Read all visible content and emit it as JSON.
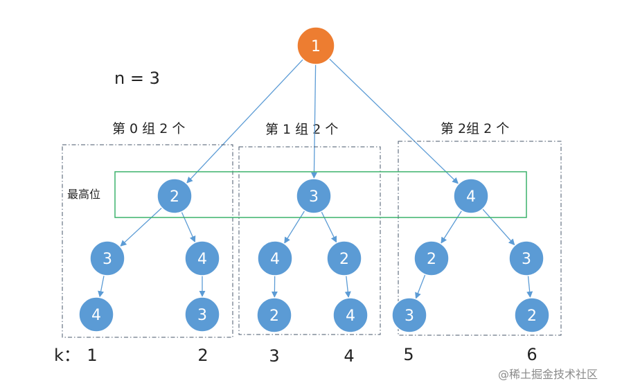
{
  "top_label": "n = 3",
  "root": {
    "label": "1",
    "color": "#ED7D31"
  },
  "node_color": "#5B9BD5",
  "edge_color": "#5B9BD5",
  "group_box_color": "#44546A",
  "highlight_color": "#3BB26B",
  "highlight_label": "最高位",
  "groups": [
    {
      "title": "第 0 组 2 个",
      "top": "2",
      "left_branch": [
        "3",
        "4"
      ],
      "right_branch": [
        "4",
        "3"
      ]
    },
    {
      "title": "第 1 组 2 个",
      "top": "3",
      "left_branch": [
        "4",
        "2"
      ],
      "right_branch": [
        "2",
        "4"
      ]
    },
    {
      "title": "第 2组 2 个",
      "top": "4",
      "left_branch": [
        "2",
        "3"
      ],
      "right_branch": [
        "3",
        "2"
      ]
    }
  ],
  "k_label": "k：",
  "k_values": [
    "1",
    "2",
    "3",
    "4",
    "5",
    "6"
  ],
  "watermark": "@稀土掘金技术社区"
}
